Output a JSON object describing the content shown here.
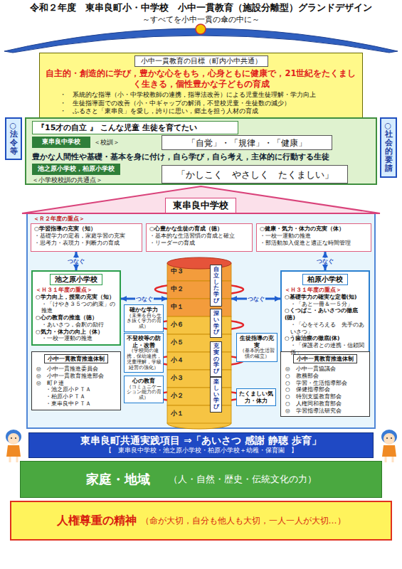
{
  "diagram": {
    "title": "令和２年度　東串良町小・中学校　小中一貫教育（施設分離型）グランドデザイン",
    "nodes": [
      {
        "text": [
          "小中一貫教育の目標（町内小中共通）",
          "自主的・創造的に学び，豊かな心をもち，心身ともに健康で，21世紀をたくましく生きる，個性豊かな子どもの育成",
          "・　系統的な指導（小・中学校教師の連携，指導法改善）による児童生徒理解・学力向上",
          "・　生徒指導面での改善（小・中ギャップの解消，不登校児童・生徒数の減少）",
          "・　ふるさと「東串良」を愛し，誇りに思い，郷土を担う人材の育成"
        ]
      },
      {
        "text": [
          "○法令等"
        ]
      },
      {
        "text": [
          "○社会的要請"
        ]
      },
      {
        "text": [
          "＜校訓＞",
          "豊かな人間性や基礎・基本を身に付け，自ら学び，自ら考え，主体的に行動する生徒",
          "＜小学校校訓の共通点＞"
        ]
      },
      {
        "text": [
          "『15才の自立 』 こんな児童 生徒を育てたい"
        ],
        "in": 3
      },
      {
        "text": [
          "東串良中学校"
        ],
        "in": 3
      },
      {
        "text": [
          "「自覚」・「規律」・「健康」"
        ],
        "in": 3
      },
      {
        "text": [
          "池之原小学校，柏原小学校"
        ],
        "in": 3
      },
      {
        "text": [
          "「かしこく　やさしく　たくましい」"
        ],
        "in": 3
      },
      {
        "text": [
          "東串良中学校",
          "＜Ｒ２年度の重点＞"
        ]
      },
      {
        "text": [
          "○学習指導の充実（知）",
          "・基礎学力の定着，家庭学習の充実",
          "・思考力・表現力・判断力の育成"
        ],
        "in": 9
      },
      {
        "text": [
          "○心豊かな生徒の育成（徳）",
          "・基本的な生活習慣の育成と確立",
          "・リーダーの育成"
        ],
        "in": 9
      },
      {
        "text": [
          "○健康・気力・体力の充実（体）",
          "・一校一運動の推進",
          "・部活動加入促進と適正な時間管理"
        ],
        "in": 9
      },
      {
        "text": [
          "池之原小学校",
          "＜Ｈ３１年度の重点＞",
          "○学力向上，授業の充実（知）",
          "・「けやき３５つの約束」の推進",
          "○心の教育の推進（徳）",
          "・あいさつ，会釈の励行",
          "○気力・体力の向上（体）",
          "・一校一運動の推進"
        ],
        "in": 9
      },
      {
        "text": [
          "柏原小学校",
          "＜Ｈ３１年度の重点＞",
          "○基礎学力の確実な定着(知)",
          "・「あと一冊＆一５分」",
          "○くつばこ・あいさつの徹底(徳)",
          "・「心をそろえる　先手のあいさつ」",
          "○う歯治療の徹底(体)",
          "・「保護者との連携・信頼関係」"
        ],
        "in": 9
      },
      {
        "text": [
          "中３",
          "中２",
          "中１",
          "小６",
          "小５",
          "小４",
          "小３",
          "小２",
          "小１"
        ],
        "in": 9
      },
      {
        "text": [
          "自立した学び"
        ],
        "in": 15
      },
      {
        "text": [
          "深い学び"
        ],
        "in": 15
      },
      {
        "text": [
          "充実の学び"
        ],
        "in": 15
      },
      {
        "text": [
          "楽しい学び"
        ],
        "in": 15
      },
      {
        "text": [
          "確かな学力",
          "（未来を自ら生き抜く学力の育成）"
        ],
        "in": 9
      },
      {
        "text": [
          "不登校等の防止・改善",
          "（学校間の連携，保幼連携，児童理解，学級経営の強化）"
        ],
        "in": 9
      },
      {
        "text": [
          "生徒指導の充実",
          "（基本的生活習慣の確立）"
        ],
        "in": 9
      },
      {
        "text": [
          "心の教育",
          "（コミュニケーション能力の育成）"
        ],
        "in": 9
      },
      {
        "text": [
          "たくましい気力・体力"
        ],
        "in": 9
      },
      {
        "text": [
          "小中一貫教育推進体制",
          "◎　小中一貫推進委員会",
          "◎　小中一貫教育推進部会",
          "◎　町Ｐ連",
          "・池之原小ＰＴＡ",
          "・柏原小ＰＴＡ",
          "・東串良中ＰＴＡ"
        ],
        "in": 9
      },
      {
        "text": [
          "小中一貫教育推進体制",
          "◎　小中一貫協議会",
          "○　教務部会",
          "○　学習・生活指導部会",
          "○　保健指導部会",
          "○　特別支援教育部会",
          "○　人権同和教育部会",
          "◎　学習指導法研究会"
        ],
        "in": 9
      },
      {
        "text": [
          "東串良町共通実践項目 ⇒「あいさつ 感謝 静聴 歩育」",
          "【　東串良中学校・池之原小学校・柏原小学校＋幼稚・保育園　】"
        ]
      },
      {
        "text": [
          "家庭・地域",
          "（人・自然・歴史・伝統文化の力）"
        ]
      },
      {
        "text": [
          "人権尊重の精神",
          "（命が大切，自分も他人も大切，一人一人が大切…）"
        ]
      }
    ],
    "edges": [
      {
        "from": 13,
        "to": 10,
        "arrow": "both",
        "label": "つなぐ"
      },
      {
        "from": 14,
        "to": 12,
        "arrow": "both",
        "label": "つなぐ"
      },
      {
        "from": 13,
        "to": 15,
        "arrow": "both",
        "label": "つなぐ"
      },
      {
        "from": 15,
        "to": 14,
        "arrow": "both",
        "label": "つなぐ"
      }
    ],
    "labels": [
      "～すべてを小中一貫の傘の中に～"
    ]
  }
}
